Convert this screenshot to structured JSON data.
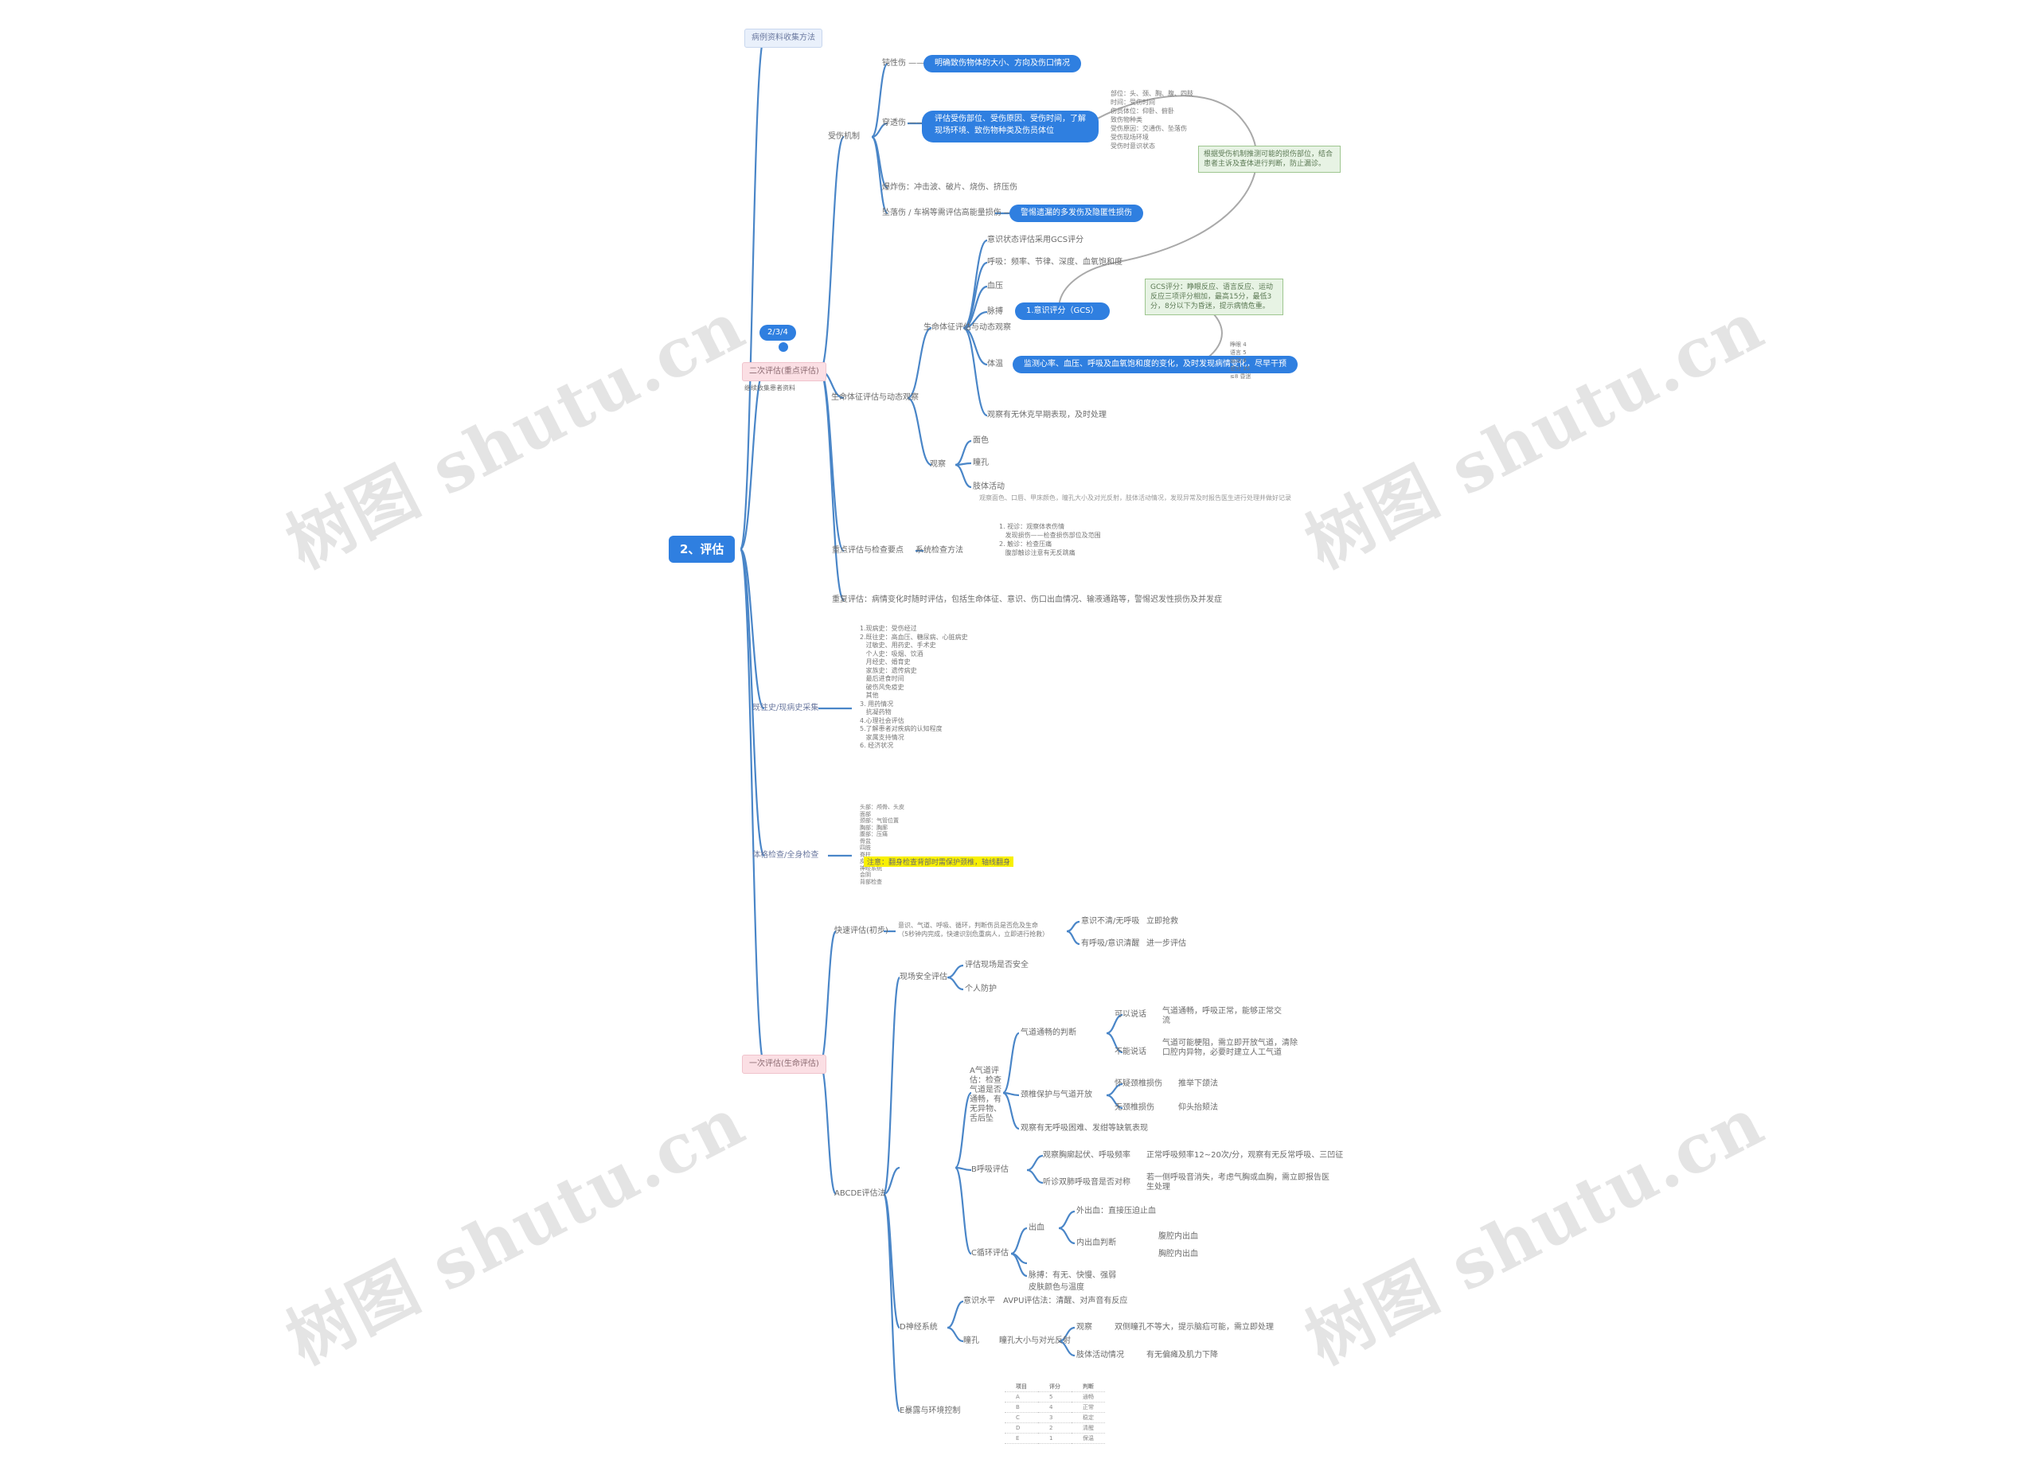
{
  "root": "2、评估",
  "level1": {
    "top": "病例资料收集方法",
    "secondary_assessment": "二次评估(重点评估)",
    "secondary_tag": "2/3/4",
    "secondary_caption": "继续收集患者资料",
    "history": "既往史/现病史采集",
    "physical_exam": "体格检查/全身检查",
    "primary_assessment": "一次评估(生命评估)"
  },
  "secondary_branches": {
    "injury_mechanism": "受伤机制",
    "mech_items": [
      "钝性伤 ——",
      "穿透伤 ——",
      "爆炸伤：冲击波、破片、烧伤、挤压伤",
      "坠落伤 / 车祸等需评估高能量损伤 ——"
    ],
    "mech_pills": [
      "明确致伤物体的大小、方向及伤口情况",
      "评估受伤部位、受伤原因、受伤时间，了解现场环境、致伤物种类及伤员体位",
      "警惕遗漏的多发伤及隐匿性损伤"
    ],
    "mech_list": [
      "部位：头、颈、胸、腹、四肢",
      "时间：受伤时间",
      "伤员体位：仰卧、俯卧",
      "致伤物种类",
      "受伤原因：交通伤、坠落伤",
      "受伤现场环境",
      "受伤时意识状态"
    ],
    "mech_note": "根据受伤机制推测可能的损伤部位，结合患者主诉及查体进行判断，防止漏诊。",
    "vital_assessment": "生命体征评估与动态观察",
    "vital_items": [
      "意识状态评估采用GCS评分",
      "呼吸：频率、节律、深度、血氧饱和度",
      "血压",
      "脉搏",
      "体温",
      "观察有无休克早期表现，及时处理"
    ],
    "vital_pill": "1.意识评分（GCS）",
    "vital_pill2": "监测心率、血压、呼吸及血氧饱和度的变化，及时发现病情变化，尽早干预",
    "vital_note": "GCS评分：睁眼反应、语言反应、运动反应三项评分相加，最高15分，最低3分，8分以下为昏迷，提示病情危重。",
    "vital_mini": "睁眼 4\n语言 5\n运动 6\n总分 15\n≤8 昏迷",
    "observe": "观察",
    "observe_items": [
      "面色",
      "瞳孔",
      "肢体活动"
    ],
    "observe_detail": "观察面色、口唇、甲床颜色，瞳孔大小及对光反射，肢体活动情况，发现异常及时报告医生进行处理并做好记录",
    "focus": "重点评估与检查要点",
    "focus_sub": "系统检查方法",
    "focus_list": "1. 视诊：观察体表伤情\n   发现损伤——检查损伤部位及范围\n2. 触诊：检查压痛\n   腹部触诊注意有无反跳痛",
    "reassess": "重复评估：病情变化时随时评估，包括生命体征、意识、伤口出血情况、输液通路等，警惕迟发性损伤及并发症"
  },
  "history_text": "1.现病史：受伤经过\n2.既往史：高血压、糖尿病、心脏病史\n   过敏史、用药史、手术史\n   个人史：吸烟、饮酒\n   月经史、婚育史\n   家族史：遗传病史\n   最后进食时间\n   破伤风免疫史\n   其他\n3. 用药情况\n   抗凝药物\n4.心理社会评估\n5.了解患者对疾病的认知程度\n   家属支持情况\n6. 经济状况",
  "exam_text": "头部：颅骨、头皮\n面部\n颈部：气管位置\n胸部：胸廓\n腹部：压痛\n骨盆\n四肢\n脊柱\n皮肤\n神经系统\n会阴\n背部检查",
  "exam_highlight": "注意：翻身检查背部时需保护颈椎，轴线翻身",
  "primary": {
    "quick": "快速评估(初步)",
    "quick_text": "意识、气道、呼吸、循环，判断伤员是否危及生命\n（5秒钟内完成，快速识别危重病人，立即进行抢救）",
    "quick_r1": "意识不清/无呼吸",
    "quick_r1b": "立即抢救",
    "quick_r2": "有呼吸/意识清醒",
    "quick_r2b": "进一步评估",
    "scene": "现场安全评估",
    "scene_items": [
      "评估现场是否安全",
      "个人防护"
    ],
    "abcde": "ABCDE评估法",
    "airway_box": "A气道评估：检查气道是否通畅，有无异物、舌后坠",
    "airway_a": "气道通畅的判断",
    "airway_a1": "可以说话",
    "airway_a1t": "气道通畅，呼吸正常，能够正常交流",
    "airway_a2": "不能说话",
    "airway_a2t": "气道可能梗阻，需立即开放气道，清除口腔内异物，必要时建立人工气道",
    "airway_b": "颈椎保护与气道开放",
    "airway_b1": "怀疑颈椎损伤",
    "airway_b1t": "推举下颌法",
    "airway_b2": "无颈椎损伤",
    "airway_b2t": "仰头抬颏法",
    "airway_c": "观察有无呼吸困难、发绀等缺氧表现",
    "breathing": "B呼吸评估",
    "breath_1": "观察胸廓起伏、呼吸频率",
    "breath_1t": "正常呼吸频率12~20次/分，观察有无反常呼吸、三凹征",
    "breath_2": "听诊双肺呼吸音是否对称",
    "breath_2t": "若一侧呼吸音消失，考虑气胸或血胸，需立即报告医生处理",
    "circulation": "C循环评估",
    "circ_1": "出血",
    "circ_1a": "外出血：直接压迫止血",
    "circ_1b": "内出血判断",
    "circ_1b1": "腹腔内出血",
    "circ_1b2": "胸腔内出血",
    "circ_2": "脉搏：有无、快慢、强弱",
    "circ_3": "皮肤颜色与温度",
    "disability": "D神经系统",
    "dis_1": "意识水平",
    "dis_1t": "AVPU评估法：清醒、对声音有反应",
    "dis_2": "瞳孔",
    "dis_2a": "瞳孔大小与对光反射",
    "dis_2b": "观察",
    "dis_2bt": "双侧瞳孔不等大，提示脑疝可能，需立即处理",
    "dis_2c": "肢体活动情况",
    "dis_2ct": "有无偏瘫及肌力下降",
    "exposure": "E暴露与环境控制",
    "table_cols": [
      "项目",
      "评分",
      "判断"
    ],
    "table_rows": [
      [
        "A",
        "5",
        "通畅"
      ],
      [
        "B",
        "4",
        "正常"
      ],
      [
        "C",
        "3",
        "稳定"
      ],
      [
        "D",
        "2",
        "清醒"
      ],
      [
        "E",
        "1",
        "保温"
      ]
    ]
  },
  "watermark": "树图 shutu.cn",
  "colors": {
    "accent": "#2f7fe0",
    "line": "#4a86c8",
    "pink": "#fbdfe4",
    "note": "#e7f3e4",
    "highlight": "#f8f000"
  }
}
